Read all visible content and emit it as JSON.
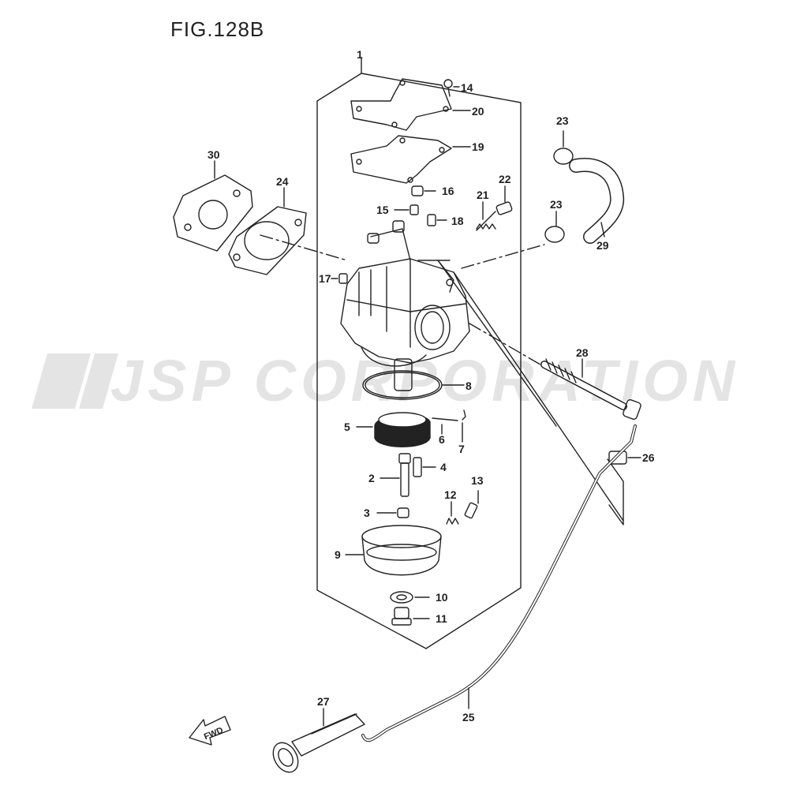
{
  "figure": {
    "title": "FIG.128B",
    "watermark": "JSP CORPORATION",
    "fwd_label": "FWD"
  },
  "parts": [
    {
      "label": "1"
    },
    {
      "label": "14"
    },
    {
      "label": "20"
    },
    {
      "label": "19"
    },
    {
      "label": "16"
    },
    {
      "label": "15"
    },
    {
      "label": "18"
    },
    {
      "label": "21"
    },
    {
      "label": "22"
    },
    {
      "label": "23"
    },
    {
      "label": "23"
    },
    {
      "label": "29"
    },
    {
      "label": "30"
    },
    {
      "label": "24"
    },
    {
      "label": "17"
    },
    {
      "label": "8"
    },
    {
      "label": "28"
    },
    {
      "label": "5"
    },
    {
      "label": "6"
    },
    {
      "label": "7"
    },
    {
      "label": "26"
    },
    {
      "label": "2"
    },
    {
      "label": "4"
    },
    {
      "label": "13"
    },
    {
      "label": "12"
    },
    {
      "label": "3"
    },
    {
      "label": "9"
    },
    {
      "label": "10"
    },
    {
      "label": "11"
    },
    {
      "label": "27"
    },
    {
      "label": "25"
    }
  ],
  "colors": {
    "line": "#222222",
    "watermark": "#e2e2e2"
  }
}
